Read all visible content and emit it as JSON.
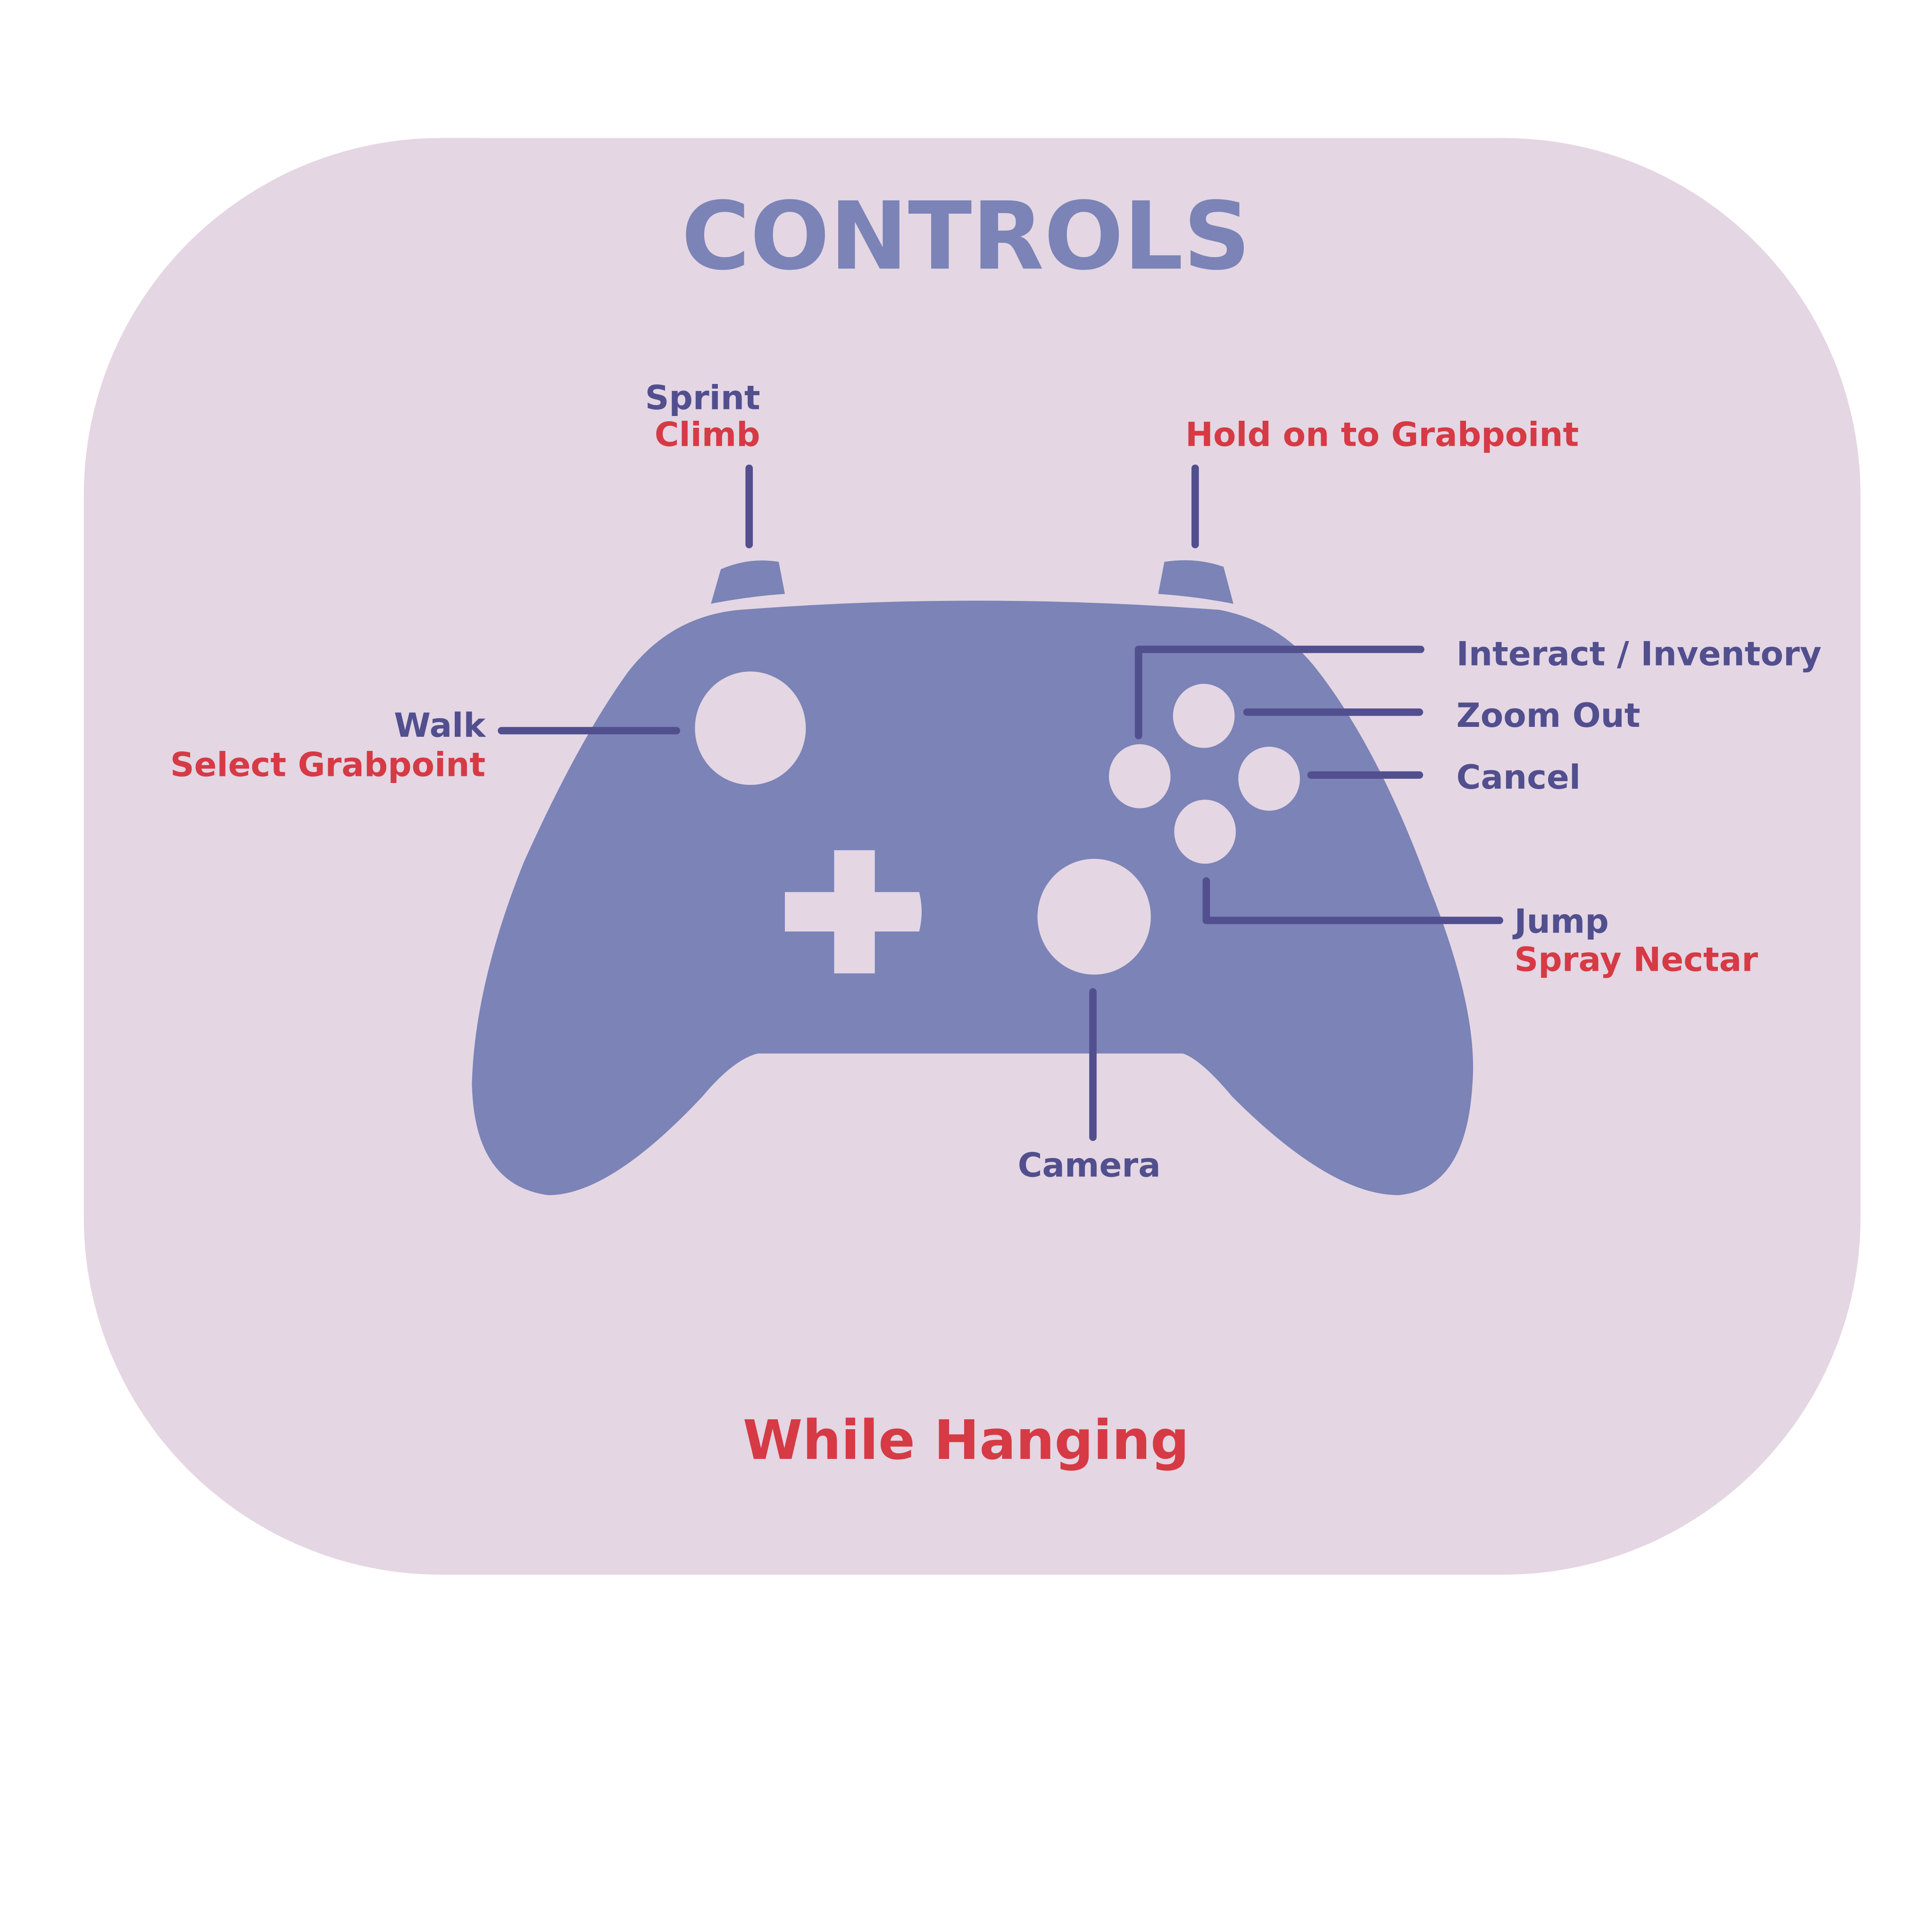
{
  "title": "CONTROLS",
  "subtitle": "While Hanging",
  "labels": {
    "left_trigger": {
      "primary": "Sprint",
      "secondary": "Climb"
    },
    "right_trigger": {
      "secondary": "Hold on to Grabpoint"
    },
    "left_stick": {
      "primary": "Walk",
      "secondary": "Select Grabpoint"
    },
    "button_x": {
      "primary": "Interact / Inventory"
    },
    "button_y": {
      "primary": "Zoom Out"
    },
    "button_b": {
      "primary": "Cancel"
    },
    "button_a": {
      "primary": "Jump",
      "secondary": "Spray Nectar"
    },
    "right_stick": {
      "primary": "Camera"
    }
  },
  "colors": {
    "card": "#e4d6e3",
    "controller": "#7b83b7",
    "line": "#524f8f",
    "default_action": "#524f8f",
    "hanging_action": "#d63a45"
  }
}
